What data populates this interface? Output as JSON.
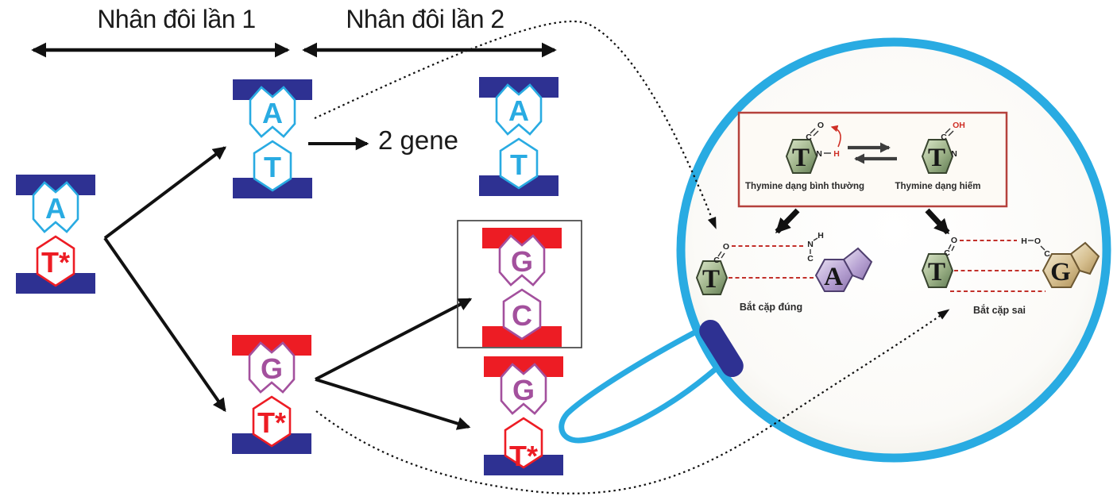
{
  "header": {
    "replication1_label": "Nhân đôi lần 1",
    "replication2_label": "Nhân đôi lần 2"
  },
  "gene_count_label": "2 gene",
  "molecules": {
    "original": {
      "top_base": "A",
      "bottom_base": "T*",
      "top_base_color": "#29abe2",
      "bottom_base_color": "#ed1c24",
      "top_strand_color": "#2e3192",
      "bottom_strand_color": "#2e3192"
    },
    "round1_normal": {
      "top_base": "A",
      "bottom_base": "T",
      "top_base_color": "#29abe2",
      "bottom_base_color": "#29abe2",
      "top_strand_color": "#2e3192",
      "bottom_strand_color": "#2e3192"
    },
    "round1_mutated": {
      "top_base": "G",
      "bottom_base": "T*",
      "top_base_color": "#a3509d",
      "bottom_base_color": "#ed1c24",
      "top_strand_color": "#ed1c24",
      "bottom_strand_color": "#2e3192"
    },
    "round2_normal": {
      "top_base": "A",
      "bottom_base": "T",
      "top_base_color": "#29abe2",
      "bottom_base_color": "#29abe2",
      "top_strand_color": "#2e3192",
      "bottom_strand_color": "#2e3192"
    },
    "round2_mutant": {
      "top_base": "G",
      "bottom_base": "C",
      "top_base_color": "#a3509d",
      "bottom_base_color": "#a3509d",
      "top_strand_color": "#ed1c24",
      "bottom_strand_color": "#ed1c24"
    },
    "round2_carrier": {
      "top_base": "G",
      "bottom_base": "T*",
      "top_base_color": "#a3509d",
      "bottom_base_color": "#ed1c24",
      "top_strand_color": "#ed1c24",
      "bottom_strand_color": "#2e3192"
    }
  },
  "magnifier": {
    "tautomer_box": {
      "normal": {
        "ring_letter": "T",
        "c": "C",
        "o": "O",
        "n": "N",
        "h": "H",
        "label": "Thymine dạng bình thường"
      },
      "rare": {
        "ring_letter": "T",
        "c": "C",
        "oh": "OH",
        "n": "N",
        "label": "Thymine dạng hiếm"
      }
    },
    "correct_pair": {
      "t": "T",
      "a": "A",
      "c1": "C",
      "o": "O",
      "n": "N",
      "h": "H",
      "c2": "C",
      "label": "Bắt cặp đúng"
    },
    "wrong_pair": {
      "t": "T",
      "g": "G",
      "c1": "C",
      "o1": "O",
      "h": "H",
      "o2": "O",
      "c2": "C",
      "label": "Bắt cặp sai"
    }
  },
  "colors": {
    "strand_navy": "#2e3192",
    "strand_red": "#ed1c24",
    "adenine_cyan": "#29abe2",
    "guanine_purple": "#a3509d",
    "thymine_red": "#ed1c24",
    "magnifier_cyan": "#29abe2",
    "tautomer_box_border": "#b5413c",
    "hydrogen_bond_red": "#c2302a"
  }
}
